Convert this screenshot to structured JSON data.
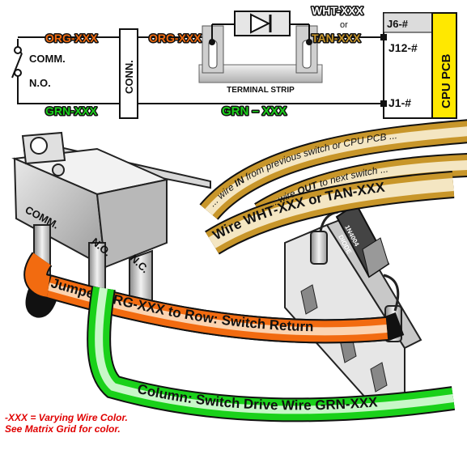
{
  "schematic": {
    "org_left": "ORG-XXX",
    "org_mid": "ORG-XXX",
    "wht": "WHT-XXX",
    "or_word": "or",
    "tan": "TAN-XXX",
    "grn_left": "GRN-XXX",
    "grn_mid": "GRN – XXX",
    "comm": "COMM.",
    "no": "N.O.",
    "conn": "CONN.",
    "terminal_strip": "TERMINAL STRIP",
    "j6": "J6-#",
    "j12": "J12-#",
    "j1": "J1-#",
    "cpu_pcb": "CPU PCB"
  },
  "switch": {
    "comm": "COMM.",
    "no": "N.O.",
    "nc": "N.C."
  },
  "diode_text": [
    "1N4004",
    "DIODE"
  ],
  "wires": {
    "in_text": [
      "... wire ",
      "IN",
      " from previous switch or CPU PCB ..."
    ],
    "out_text": [
      "... wire ",
      "OUT",
      " to next switch ..."
    ],
    "white_tan": "Wire WHT-XXX or TAN-XXX",
    "jumper": "Jumper ORG-XXX to Row: Switch Return",
    "column": "Column: Switch Drive Wire GRN-XXX"
  },
  "note": {
    "line1": "-XXX = Varying Wire Color.",
    "line2": "See Matrix Grid for color."
  },
  "colors": {
    "orange": "#f26b10",
    "green": "#1ad11a",
    "tan": "#c8962a",
    "yellow": "#ffe800",
    "red": "#e00000",
    "black": "#111111"
  }
}
